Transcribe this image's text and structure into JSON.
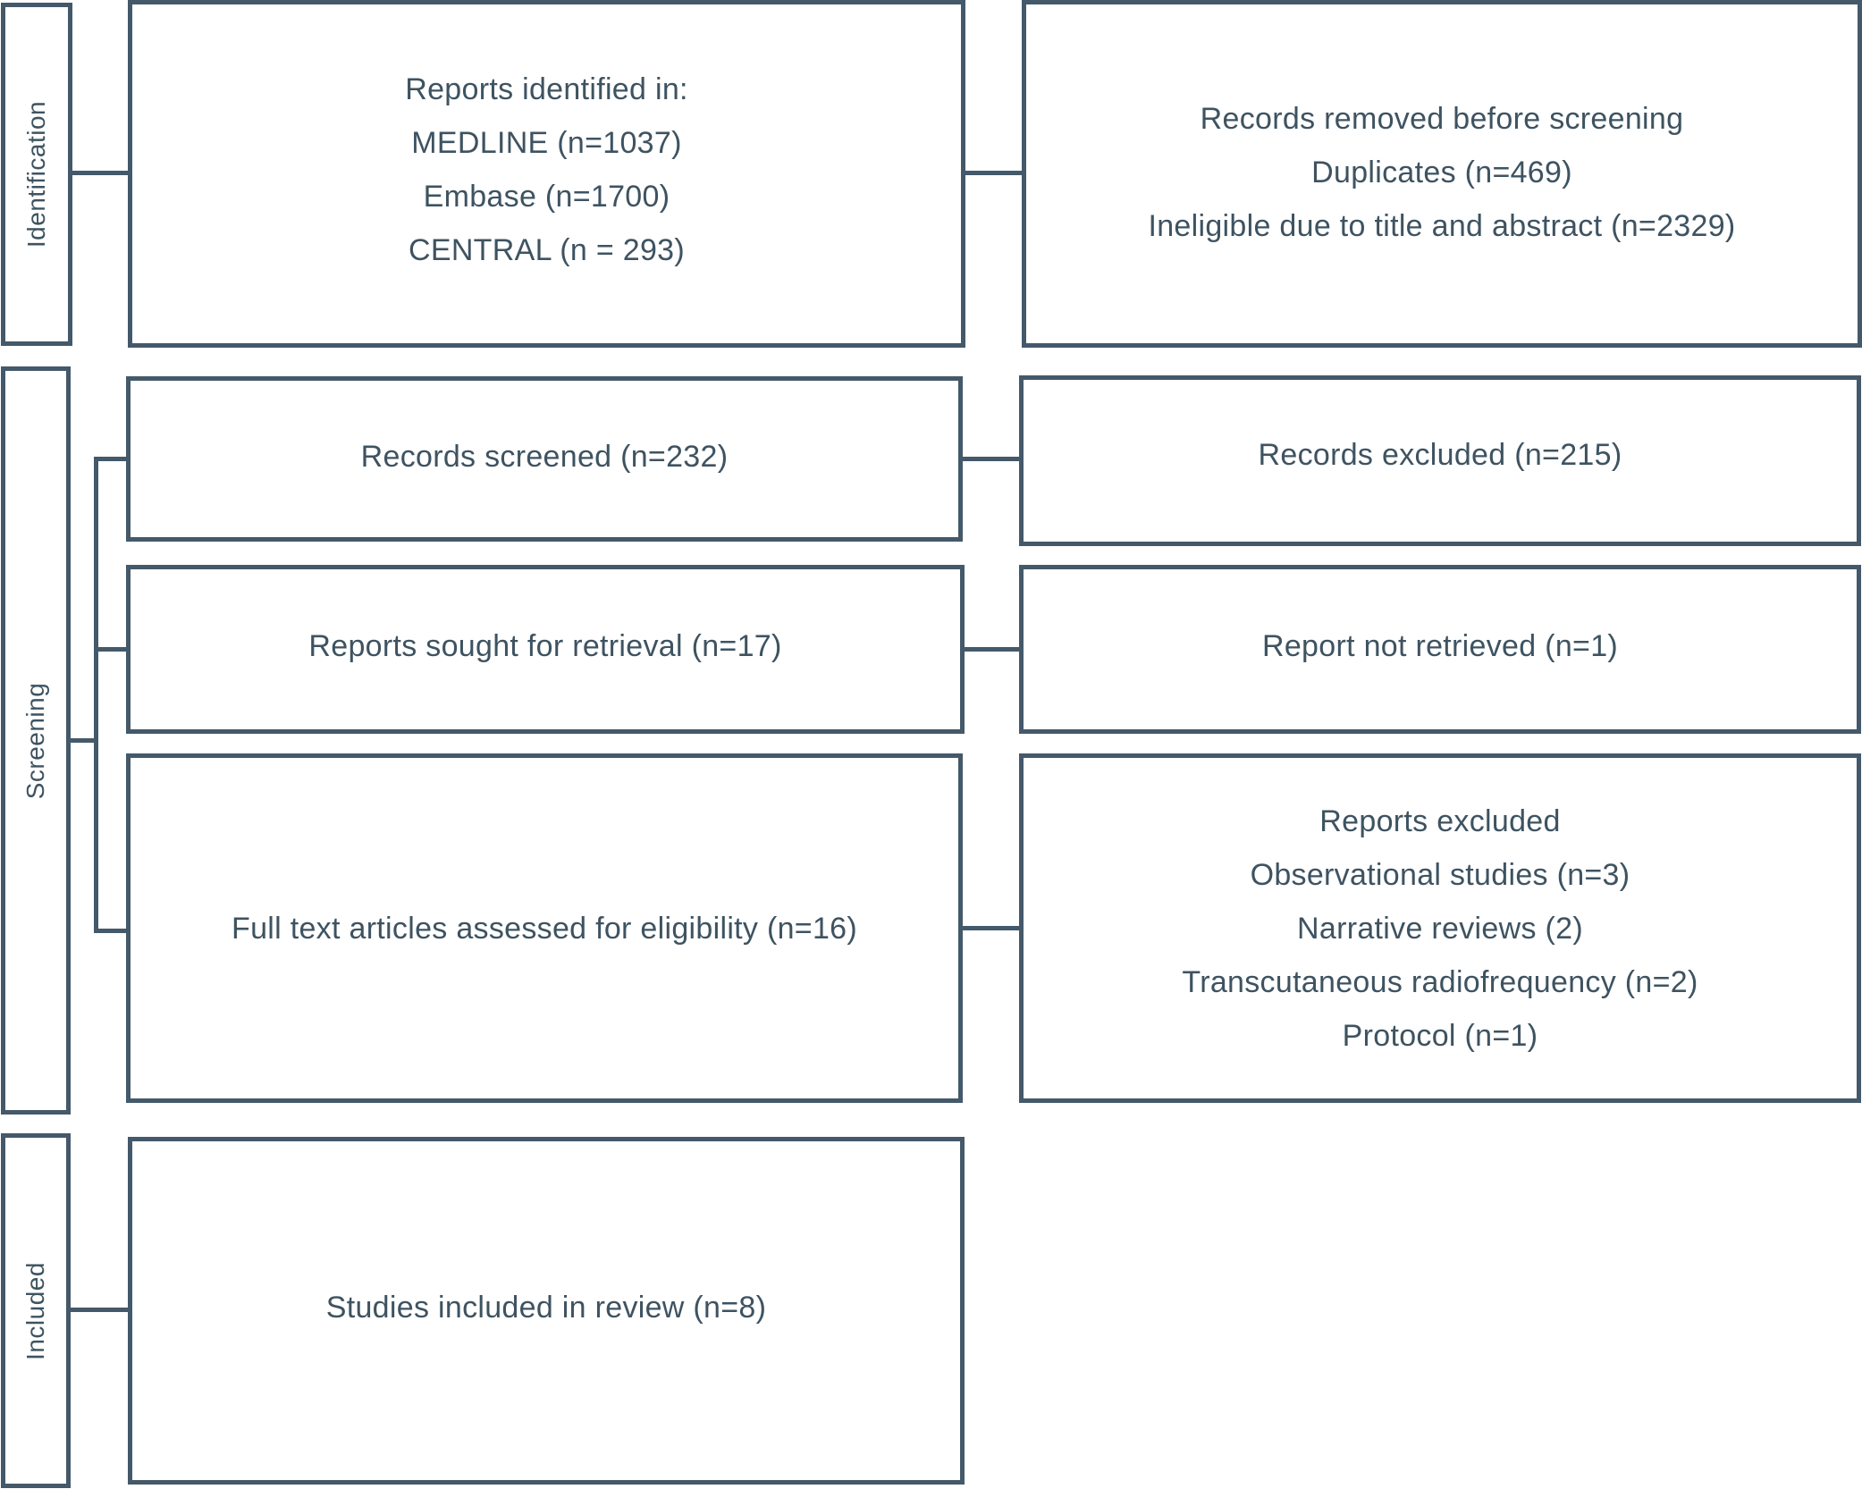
{
  "stages": {
    "identification": "Identification",
    "screening": "Screening",
    "included": "Included"
  },
  "identification": {
    "reports_identified": {
      "lines": [
        "Reports identified in:",
        "MEDLINE (n=1037)",
        "Embase (n=1700)",
        "CENTRAL (n = 293)"
      ]
    },
    "records_removed": {
      "lines": [
        "Records removed before screening",
        "Duplicates (n=469)",
        "Ineligible due to title and abstract (n=2329)"
      ]
    }
  },
  "screening": {
    "records_screened": "Records screened (n=232)",
    "records_excluded": "Records excluded (n=215)",
    "reports_sought": "Reports sought for retrieval (n=17)",
    "report_not_retrieved": "Report not retrieved (n=1)",
    "full_text_assessed": "Full text articles assessed for eligibility (n=16)",
    "reports_excluded": {
      "lines": [
        "Reports excluded",
        "Observational studies (n=3)",
        "Narrative reviews (2)",
        "Transcutaneous radiofrequency (n=2)",
        "Protocol (n=1)"
      ]
    }
  },
  "included": {
    "studies_included": "Studies included in review (n=8)"
  },
  "colors": {
    "border": "#44596a",
    "text": "#3e5361"
  }
}
